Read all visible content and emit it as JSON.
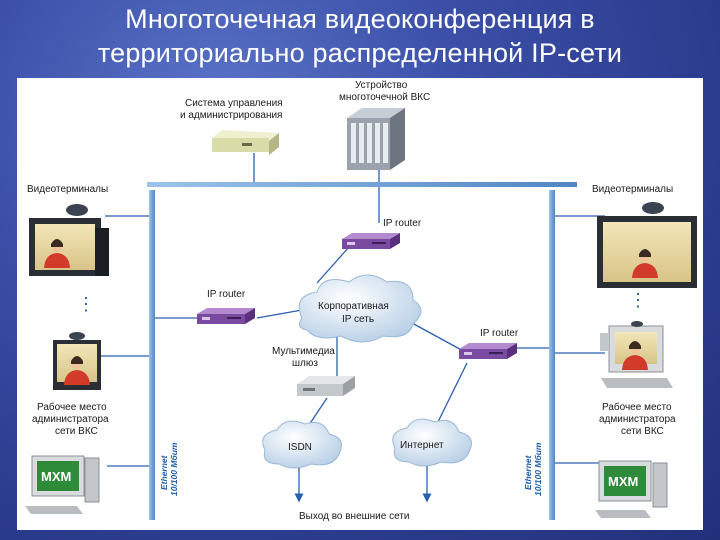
{
  "slide": {
    "title_line1": "Многоточечная видеоконференция в",
    "title_line2": "территориально распределенной IP-сети"
  },
  "diagram": {
    "mcu_label_1": "Устройство",
    "mcu_label_2": "многоточечной ВКС",
    "mgmt_label_1": "Система управления",
    "mgmt_label_2": "и администрирования",
    "left_terminals": "Видеотерминалы",
    "right_terminals": "Видеотерминалы",
    "router_top": "IP router",
    "router_left": "IP router",
    "router_right": "IP router",
    "corp_cloud_1": "Корпоративная",
    "corp_cloud_2": "IP сеть",
    "gateway_1": "Мультимедиа",
    "gateway_2": "шлюз",
    "isdn": "ISDN",
    "internet": "Интернет",
    "exit_label": "Выход во внешние сети",
    "admin_left_1": "Рабочее место",
    "admin_left_2": "администратора",
    "admin_left_3": "сети ВКС",
    "admin_right_1": "Рабочее место",
    "admin_right_2": "администратора",
    "admin_right_3": "сети ВКС",
    "eth_left_1": "Ethernet",
    "eth_left_2": "10/100 Мбит",
    "eth_right_1": "Ethernet",
    "eth_right_2": "10/100 Мбит",
    "mxm_left": "MXM",
    "mxm_right": "MXM",
    "dots": "⋮"
  },
  "colors": {
    "bus": "#6fa3d8",
    "router": "#7a4aa0",
    "cloud": "#cfe0ef",
    "arrow": "#2a5fb0",
    "mxm": "#2e8b3a"
  }
}
